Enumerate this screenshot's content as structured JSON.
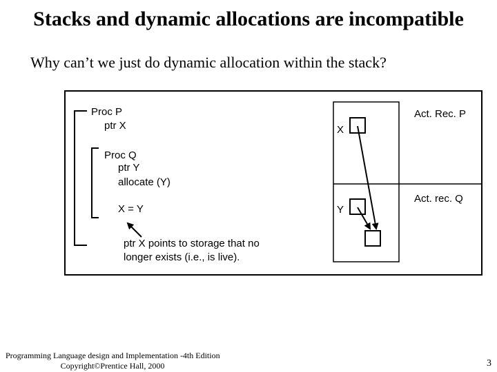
{
  "slide": {
    "title": "Stacks and dynamic allocations are incompatible",
    "subtitle": "Why can’t we just do dynamic allocation within the stack?"
  },
  "figure": {
    "code": {
      "proc_p": "Proc P",
      "ptr_x": "ptr X",
      "proc_q": "Proc Q",
      "ptr_y": "ptr Y",
      "allocate": "allocate (Y)",
      "assign": "X = Y",
      "note_line1": "ptr X points to storage that no",
      "note_line2": "longer exists (i.e., is live)."
    },
    "stack": {
      "label_x": "X",
      "label_y": "Y",
      "record_p": "Act. Rec. P",
      "record_q": "Act. rec. Q"
    }
  },
  "footer": {
    "line1": "Programming Language design and Implementation -4th Edition",
    "line2": "Copyright©Prentice Hall, 2000",
    "page_number": "3"
  }
}
